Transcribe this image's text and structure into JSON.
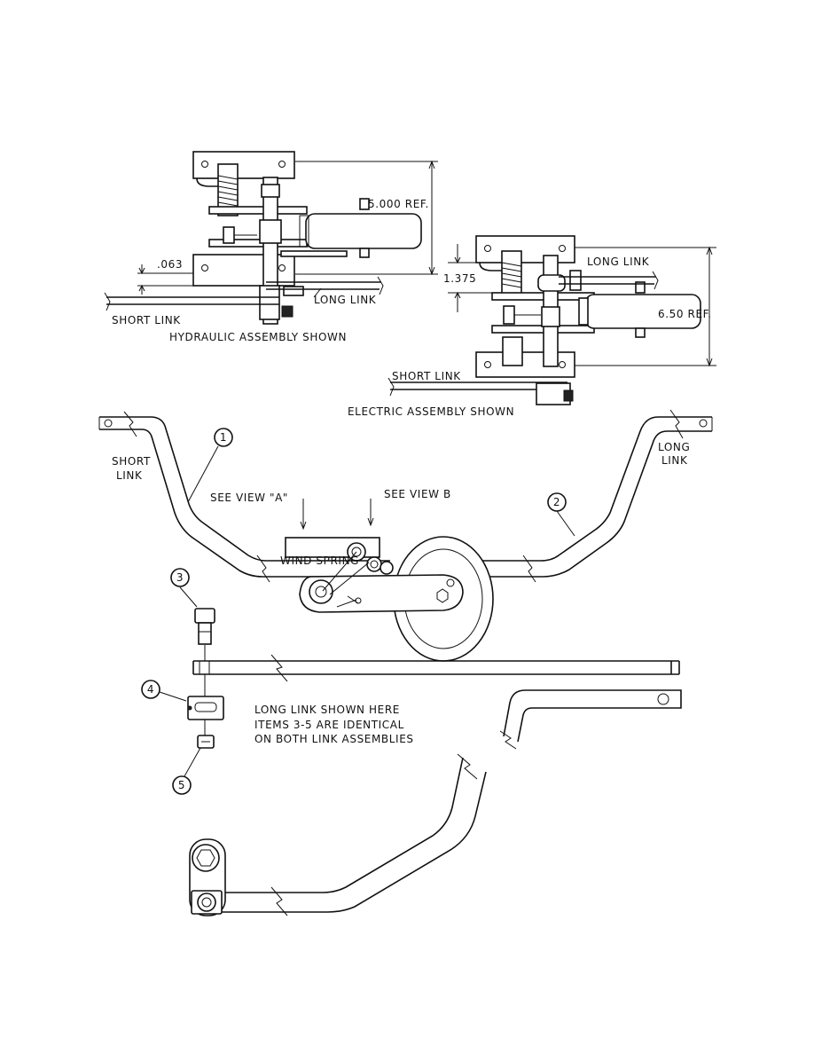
{
  "hydraulic": {
    "dim_height": "5.000  REF.",
    "dim_gap": ".063",
    "long_link": "LONG  LINK",
    "short_link": "SHORT  LINK",
    "caption": "HYDRAULIC  ASSEMBLY  SHOWN"
  },
  "electric": {
    "long_link": "LONG  LINK",
    "dim_offset": "1.375",
    "dim_height": "6.50  REF.",
    "short_link": "SHORT  LINK",
    "caption": "ELECTRIC   ASSEMBLY  SHOWN"
  },
  "main": {
    "short_link_1": "SHORT",
    "short_link_2": "LINK",
    "long_link_1": "LONG",
    "long_link_2": "LINK",
    "see_view_a": "SEE  VIEW  \"A\"",
    "see_view_b": "SEE  VIEW  B",
    "wind_spring": "WIND  SPRING"
  },
  "items": [
    "1",
    "2",
    "3",
    "4",
    "5"
  ],
  "note": {
    "line1": "LONG  LINK  SHOWN  HERE",
    "line2": "ITEMS  3-5  ARE  IDENTICAL",
    "line3": "ON  BOTH  LINK  ASSEMBLIES"
  }
}
